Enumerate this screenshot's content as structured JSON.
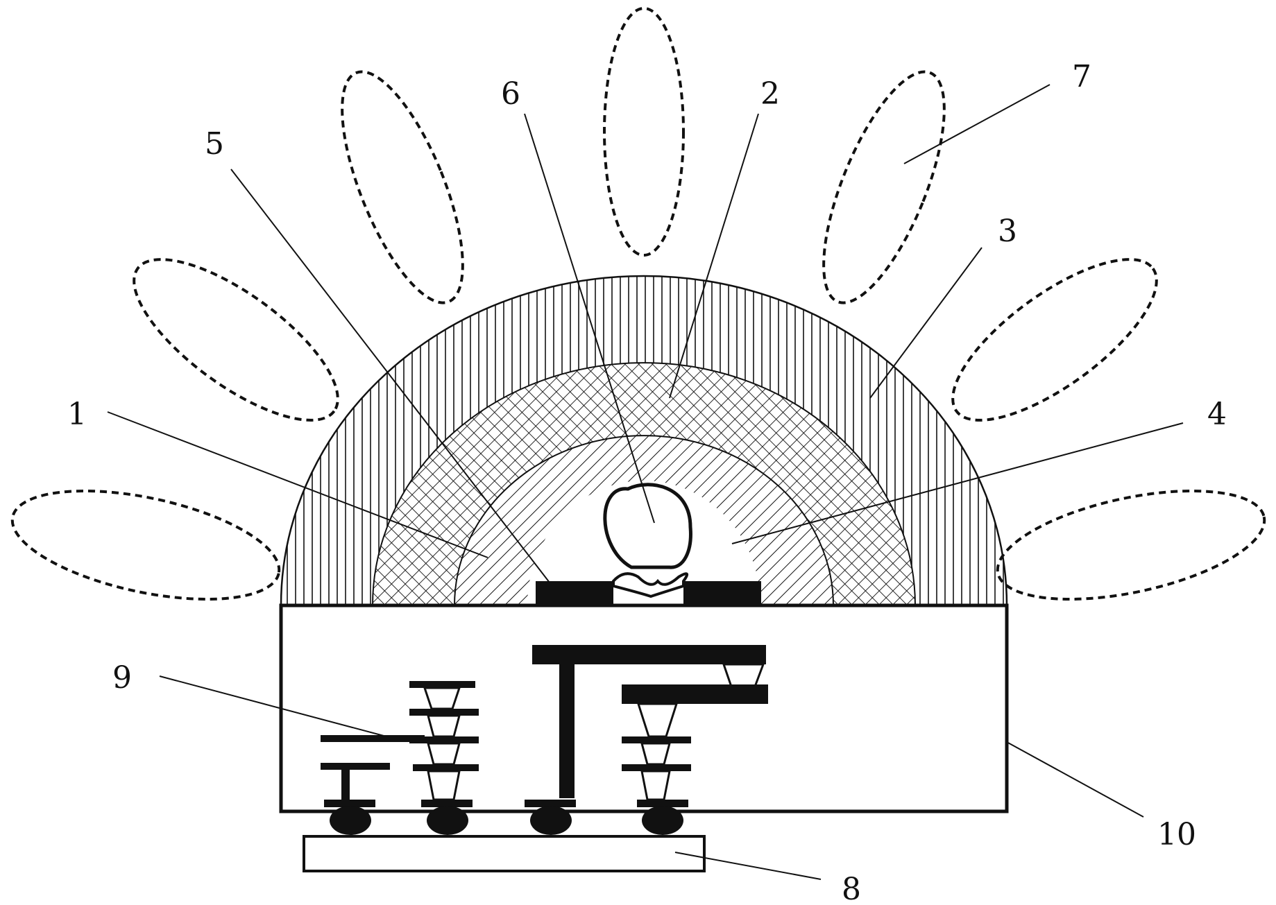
{
  "figure": {
    "labels": {
      "l1": "1",
      "l2": "2",
      "l3": "3",
      "l4": "4",
      "l5": "5",
      "l6": "6",
      "l7": "7",
      "l8": "8",
      "l9": "9",
      "l10": "10"
    }
  }
}
